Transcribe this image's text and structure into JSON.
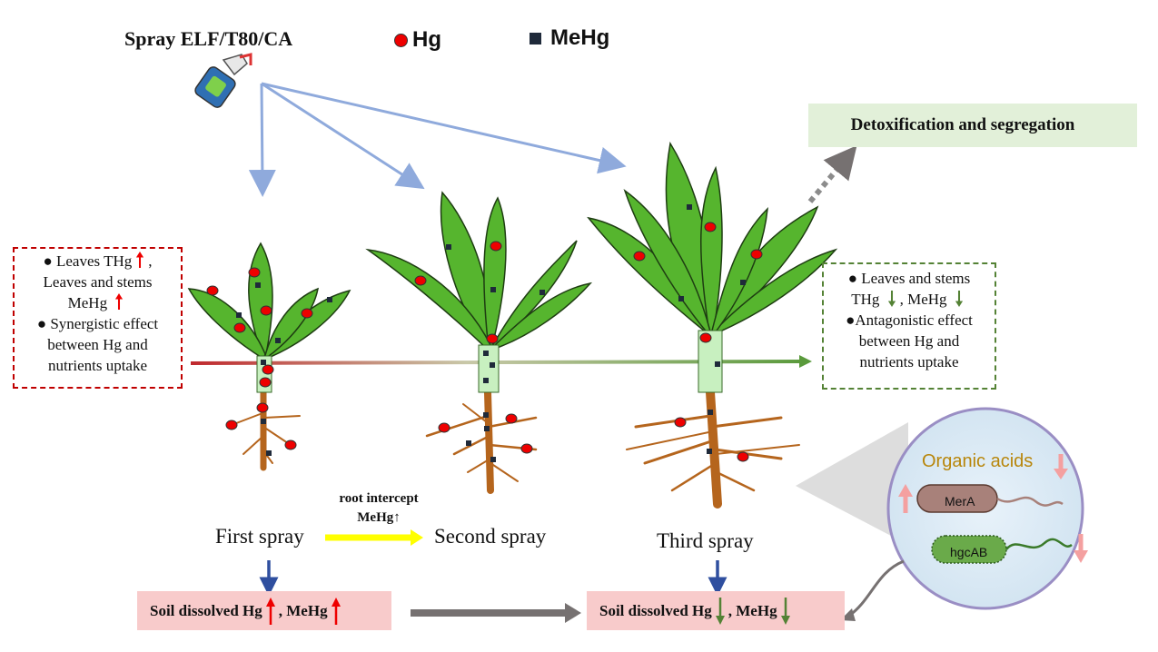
{
  "header": {
    "title": "Spray ELF/T80/CA",
    "legend_hg": "Hg",
    "legend_mehg": "MeHg"
  },
  "detox": {
    "label": "Detoxification and segregation"
  },
  "left_box": {
    "line1": "● Leaves THg",
    "line2": "Leaves and stems",
    "line3": "MeHg",
    "line4": "● Synergistic effect",
    "line5": "between Hg and",
    "line6": "nutrients uptake"
  },
  "right_box": {
    "line1": "● Leaves and stems",
    "line2a": "THg",
    "line2b": ", MeHg",
    "line3": "●Antagonistic effect",
    "line4": "between Hg and",
    "line5": "nutrients uptake"
  },
  "sprays": {
    "first": "First spray",
    "second": "Second spray",
    "third": "Third spray"
  },
  "root_intercept": {
    "line1": "root intercept",
    "line2": "MeHg↑"
  },
  "soil_boxes": {
    "first_a": "Soil dissolved Hg",
    "first_b": ", MeHg",
    "third_a": "Soil dissolved Hg",
    "third_b": ", MeHg"
  },
  "microbes": {
    "organic_acids": "Organic acids",
    "mera": "MerA",
    "hgcab": "hgcAB"
  },
  "colors": {
    "increase": "#e00000",
    "decrease": "#548235",
    "soil": "#b09f86",
    "leaf": "#4caf2a",
    "stem_base": "#c8f0c0"
  }
}
